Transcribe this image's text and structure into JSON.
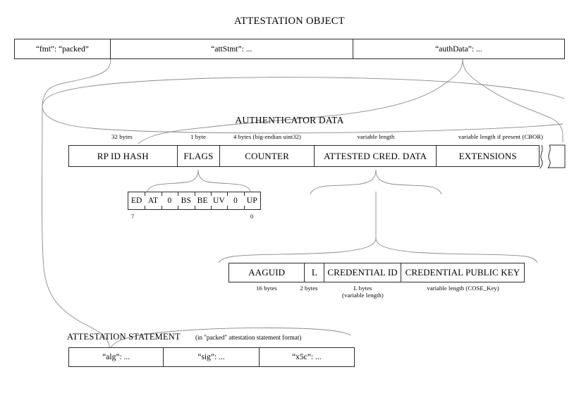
{
  "diagram": {
    "title": "ATTESTATION OBJECT"
  },
  "attestation_object": {
    "fields": [
      {
        "label": "“fmt”: “packed”"
      },
      {
        "label": "“attStmt”: ..."
      },
      {
        "label": "“authData”: ..."
      }
    ]
  },
  "authenticator_data": {
    "title": "AUTHENTICATOR DATA",
    "fields": [
      {
        "label": "RP ID HASH",
        "size": "32 bytes"
      },
      {
        "label": "FLAGS",
        "size": "1 byte"
      },
      {
        "label": "COUNTER",
        "size": "4 bytes (big-endian uint32)"
      },
      {
        "label": "ATTESTED CRED. DATA",
        "size": "variable length"
      },
      {
        "label": "EXTENSIONS",
        "size": "variable length if present (CBOR)"
      }
    ],
    "truncation_symbol": "break-symbol"
  },
  "flags": {
    "bits": [
      {
        "label": "ED"
      },
      {
        "label": "AT"
      },
      {
        "label": "0"
      },
      {
        "label": "BS"
      },
      {
        "label": "BE"
      },
      {
        "label": "UV"
      },
      {
        "label": "0"
      },
      {
        "label": "UP"
      }
    ],
    "msb_index": "7",
    "lsb_index": "0"
  },
  "attested_credential_data": {
    "fields": [
      {
        "label": "AAGUID",
        "size": "16 bytes"
      },
      {
        "label": "L",
        "size": "2 bytes"
      },
      {
        "label": "CREDENTIAL ID",
        "size": "L bytes",
        "size2": "(variable length)"
      },
      {
        "label": "CREDENTIAL PUBLIC KEY",
        "size": "variable length (COSE_Key)"
      }
    ]
  },
  "attestation_statement": {
    "title": "ATTESTATION STATEMENT",
    "note": "(in \"packed\" attestation statement format)",
    "fields": [
      {
        "label": "“alg”: ..."
      },
      {
        "label": "“sig”: ..."
      },
      {
        "label": "“x5c”: ..."
      }
    ]
  },
  "style": {
    "stroke": "#2b2b2b",
    "connector_stroke": "#8a8a8a",
    "background": "#ffffff"
  }
}
